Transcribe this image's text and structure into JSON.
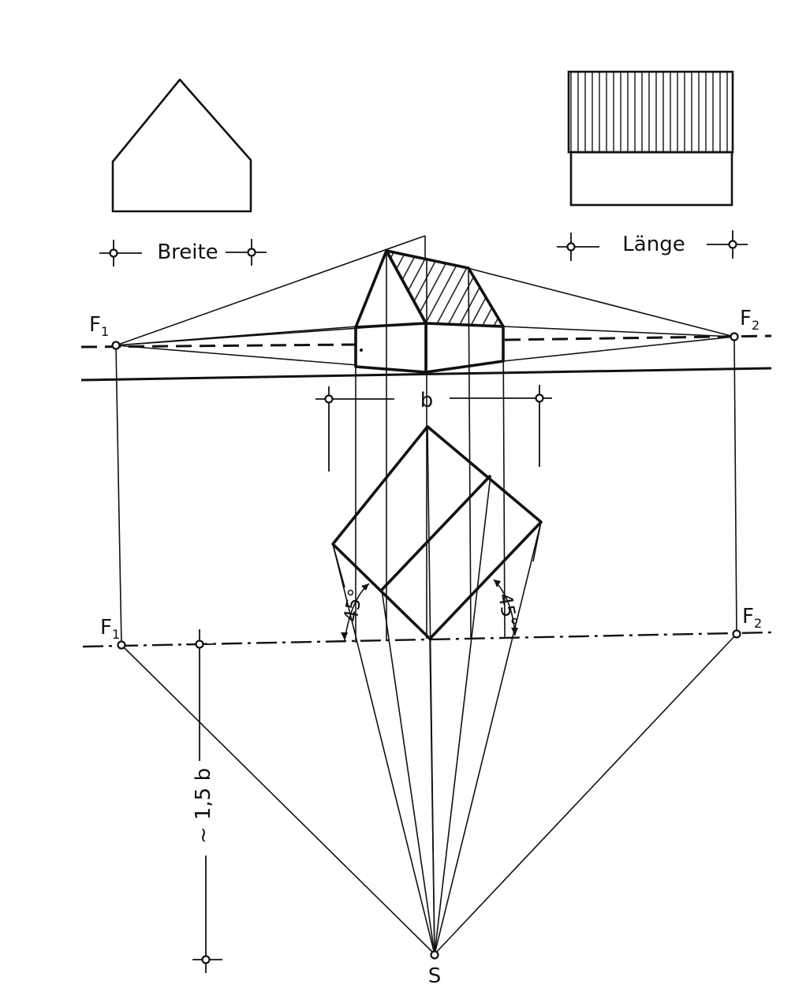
{
  "labels": {
    "breite": "Breite",
    "laenge": "Länge",
    "b": "b",
    "f1_top": "F",
    "f1_top_sub": "1",
    "f2_top": "F",
    "f2_top_sub": "2",
    "f1_plan": "F",
    "f1_plan_sub": "1",
    "f2_plan": "F",
    "f2_plan_sub": "2",
    "angle_left": "45°",
    "angle_right": "45°",
    "distance": "~ 1,5 b",
    "station": "S"
  },
  "colors": {
    "ink": "#111111",
    "paper": "#ffffff"
  }
}
